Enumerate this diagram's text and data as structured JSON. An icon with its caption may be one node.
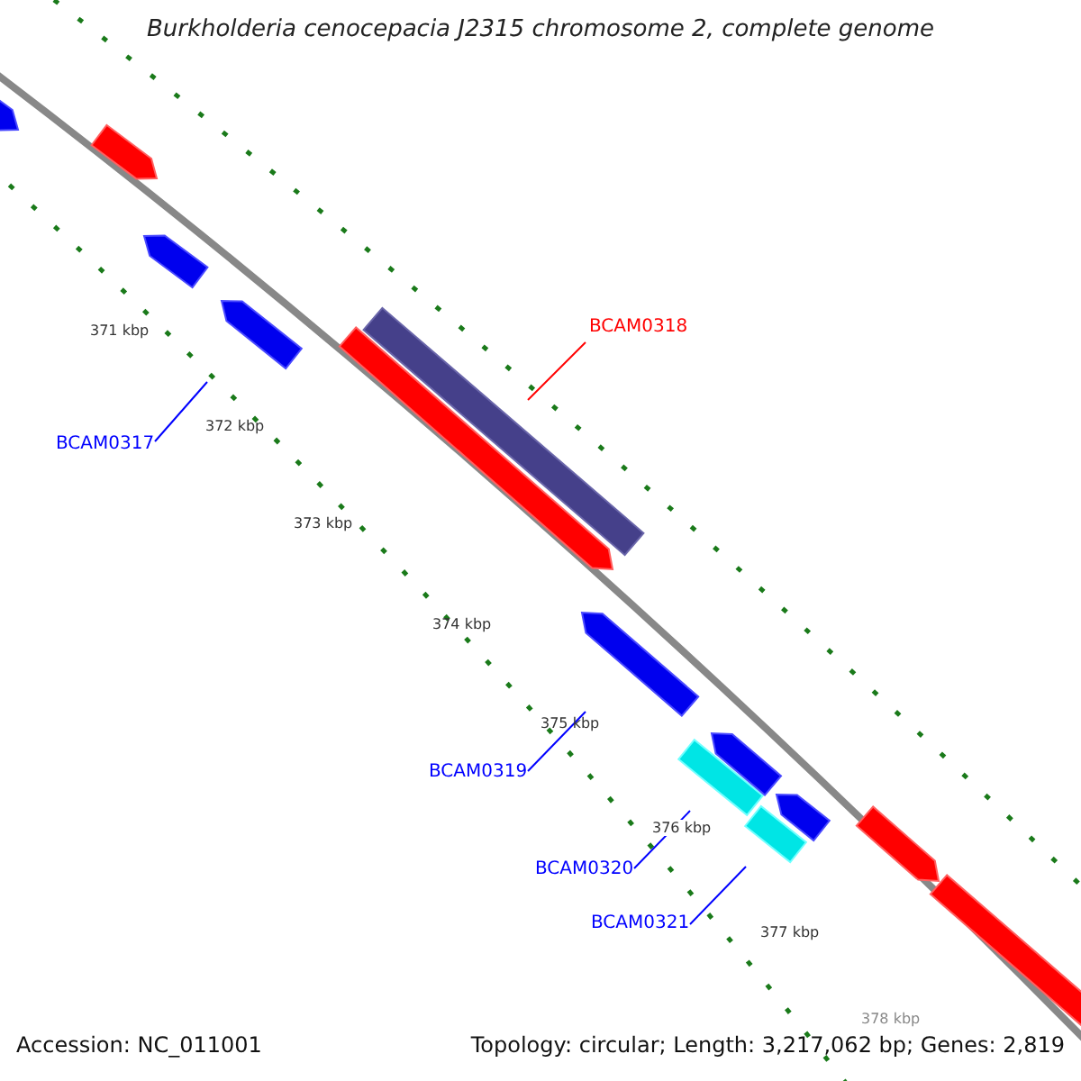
{
  "diagram": {
    "title": "Burkholderia cenocepacia J2315 chromosome 2, complete genome",
    "nodes": [
      {
        "text": [
          "BCAM0318"
        ]
      },
      {
        "text": [],
        "shape": "bar"
      },
      {
        "text": [
          "BCAM0317"
        ]
      },
      {
        "text": [],
        "shape": "bar"
      },
      {
        "text": [
          "BCAM0319"
        ]
      },
      {
        "text": [],
        "shape": "bar"
      },
      {
        "text": [
          "BCAM0320"
        ]
      },
      {
        "text": [],
        "shape": "bar"
      },
      {
        "text": [
          "BCAM0321"
        ]
      },
      {
        "text": [],
        "shape": "bar"
      },
      {
        "text": [],
        "shape": "bar"
      },
      {
        "text": [],
        "shape": "bar"
      },
      {
        "text": [],
        "shape": "bar"
      },
      {
        "text": [],
        "shape": "bar"
      },
      {
        "text": [],
        "shape": "bar"
      },
      {
        "text": [],
        "shape": "bar"
      },
      {
        "text": [],
        "shape": "bar"
      },
      {
        "text": [],
        "shape": "bar"
      }
    ],
    "edges": [
      {
        "from": 0,
        "to": 1,
        "arrow": "none",
        "color": "#ff0000"
      },
      {
        "from": 2,
        "to": 3,
        "arrow": "none"
      },
      {
        "from": 4,
        "to": 5,
        "arrow": "none"
      },
      {
        "from": 6,
        "to": 7,
        "arrow": "none"
      },
      {
        "from": 8,
        "to": 9,
        "arrow": "none"
      }
    ],
    "labels": [
      "371 kbp",
      "372 kbp",
      "373 kbp",
      "374 kbp",
      "375 kbp",
      "376 kbp",
      "377 kbp",
      "378 kbp",
      "Accession: NC_011001",
      "Topology: circular; Length: 3,217,062 bp; Genes: 2,819"
    ]
  }
}
